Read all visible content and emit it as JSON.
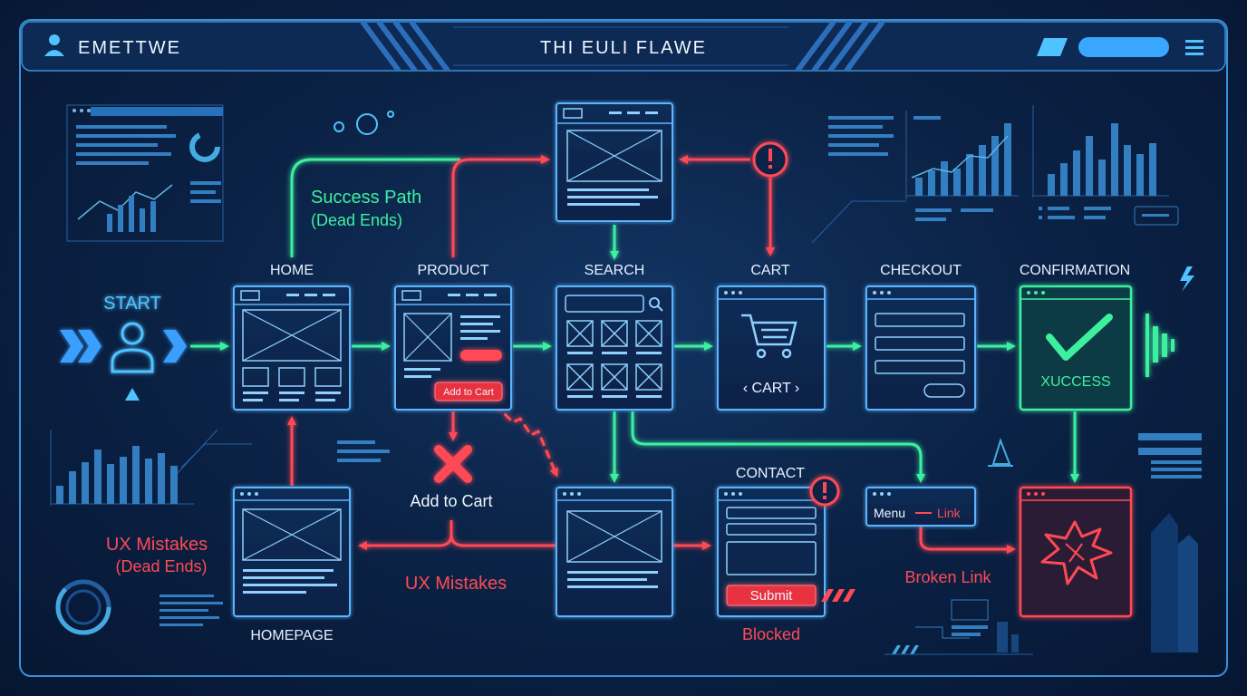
{
  "header": {
    "left_title": "EMETTWE",
    "center_title": "THI EULI FLAWE"
  },
  "start": {
    "label": "START"
  },
  "nodes": {
    "home": "HOME",
    "product": "PRODUCT",
    "search": "SEARCH",
    "cart": "CART",
    "checkout": "CHECKOUT",
    "confirmation": "CONFIRMATION",
    "contact": "CONTACT",
    "homepage": "HOMEPAGE"
  },
  "cart_card": {
    "label": "‹ CART ›"
  },
  "product_card": {
    "button": "Add to Cart"
  },
  "confirmation_card": {
    "text": "XUCCESS"
  },
  "annotations": {
    "success_path": "Success Path",
    "success_sub": "(Dead Ends)",
    "ux_mistakes_left": "UX Mistakes",
    "ux_mistakes_left_sub": "(Dead Ends)",
    "add_to_cart": "Add to Cart",
    "ux_mistakes_center": "UX Mistakes",
    "blocked": "Blocked",
    "broken_link": "Broken Link"
  },
  "contact_card": {
    "submit": "Submit"
  },
  "menu_box": {
    "menu": "Menu",
    "link": "Link"
  },
  "colors": {
    "success": "#3df0a0",
    "error": "#ff4a55",
    "accent": "#4fc3ff",
    "frame": "#3a8fd8"
  },
  "icons": [
    "user-icon",
    "menu-icon",
    "alert-icon",
    "cart-icon",
    "check-icon",
    "broken-icon",
    "search-icon",
    "cross-icon",
    "bolt-icon"
  ]
}
